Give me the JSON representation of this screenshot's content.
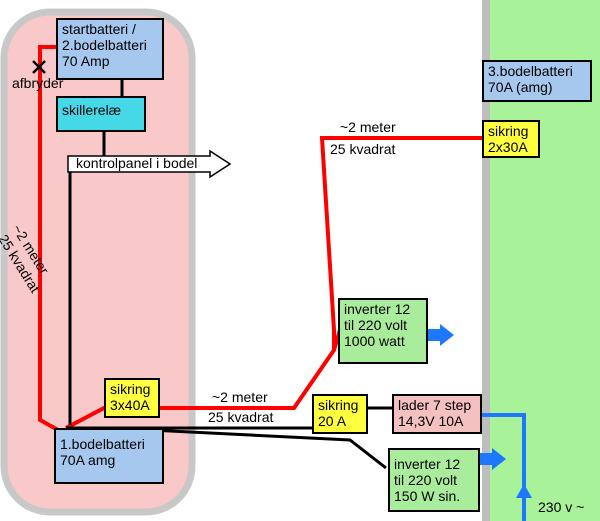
{
  "boxes": {
    "start_battery": {
      "l1": "startbatteri /",
      "l2": "2.bodelbatteri",
      "l3": "70 Amp"
    },
    "isolation_relay": {
      "l1": "skillerelæ"
    },
    "control_panel": {
      "l1": "kontrolpanel i bodel"
    },
    "third_battery": {
      "l1": "3.bodelbatteri",
      "l2": "70A (amg)"
    },
    "fuse_2x30": {
      "l1": "sikring",
      "l2": "2x30A"
    },
    "inverter_1000": {
      "l1": "inverter 12",
      "l2": "til 220 volt",
      "l3": "1000 watt"
    },
    "fuse_3x40": {
      "l1": "sikring",
      "l2": "3x40A"
    },
    "fuse_20": {
      "l1": "sikring",
      "l2": "20 A"
    },
    "charger": {
      "l1": "lader 7 step",
      "l2": "14,3V 10A"
    },
    "first_battery": {
      "l1": "1.bodelbatteri",
      "l2": "70A amg"
    },
    "inverter_150": {
      "l1": "inverter 12",
      "l2": "til 220 volt",
      "l3": "150 W sin."
    }
  },
  "labels": {
    "switch": "afbryder",
    "top_len": "~2 meter",
    "top_section": "25 kvadrat",
    "mid_len": "~2 meter",
    "mid_section": "25 kvadrat",
    "left_len": "~2 meter",
    "left_section": "25 kvadrat",
    "mains": "230 v ~"
  },
  "colors": {
    "van_zone": "#f9c8c8",
    "van_border": "#c8c8c8",
    "outside_zone": "#a8f29a",
    "outside_border": "#bdbdbd",
    "red_wire": "#ff0000",
    "black_wire": "#000000",
    "blue_arrow": "#1e78ff"
  }
}
